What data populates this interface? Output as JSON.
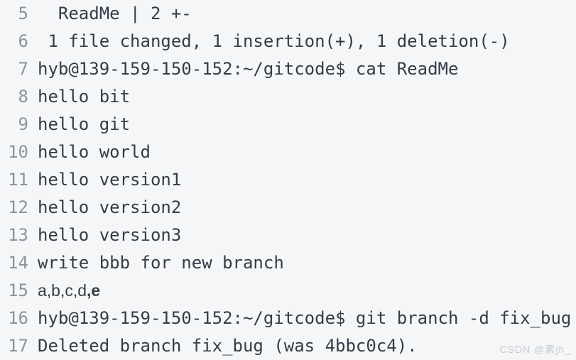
{
  "page": {
    "type": "code-block-screenshot",
    "colors": {
      "background": "#f5f6f7",
      "code_text": "#333d48",
      "line_number": "#8b939d",
      "watermark": "#c7cbcf"
    },
    "watermark": {
      "text": "CSDN @素jh_"
    }
  },
  "code_block": {
    "lines": [
      {
        "number": "5",
        "segments": [
          {
            "text": "  ReadMe | 2 +-",
            "style": "mono"
          }
        ]
      },
      {
        "number": "6",
        "segments": [
          {
            "text": " 1 file changed, 1 insertion(+), 1 deletion(-)",
            "style": "mono"
          }
        ]
      },
      {
        "number": "7",
        "segments": [
          {
            "text": "hyb@139-159-150-152:~/gitcode$ cat ReadMe",
            "style": "mono"
          }
        ]
      },
      {
        "number": "8",
        "segments": [
          {
            "text": "hello bit",
            "style": "mono"
          }
        ]
      },
      {
        "number": "9",
        "segments": [
          {
            "text": "hello git",
            "style": "mono"
          }
        ]
      },
      {
        "number": "10",
        "segments": [
          {
            "text": "hello world",
            "style": "mono"
          }
        ]
      },
      {
        "number": "11",
        "segments": [
          {
            "text": "hello version1",
            "style": "mono"
          }
        ]
      },
      {
        "number": "12",
        "segments": [
          {
            "text": "hello version2",
            "style": "mono"
          }
        ]
      },
      {
        "number": "13",
        "segments": [
          {
            "text": "hello version3",
            "style": "mono"
          }
        ]
      },
      {
        "number": "14",
        "segments": [
          {
            "text": "write bbb for new branch",
            "style": "mono"
          }
        ]
      },
      {
        "number": "15",
        "segments": [
          {
            "text": "a,b,c,d",
            "style": "sans"
          },
          {
            "text": ",e",
            "style": "sans-bold"
          }
        ]
      },
      {
        "number": "16",
        "segments": [
          {
            "text": "hyb@139-159-150-152:~/gitcode$ git branch -d fix_bug",
            "style": "mono"
          }
        ]
      },
      {
        "number": "17",
        "segments": [
          {
            "text": "Deleted branch fix_bug (was 4bbc0c4).",
            "style": "mono"
          }
        ]
      }
    ]
  }
}
